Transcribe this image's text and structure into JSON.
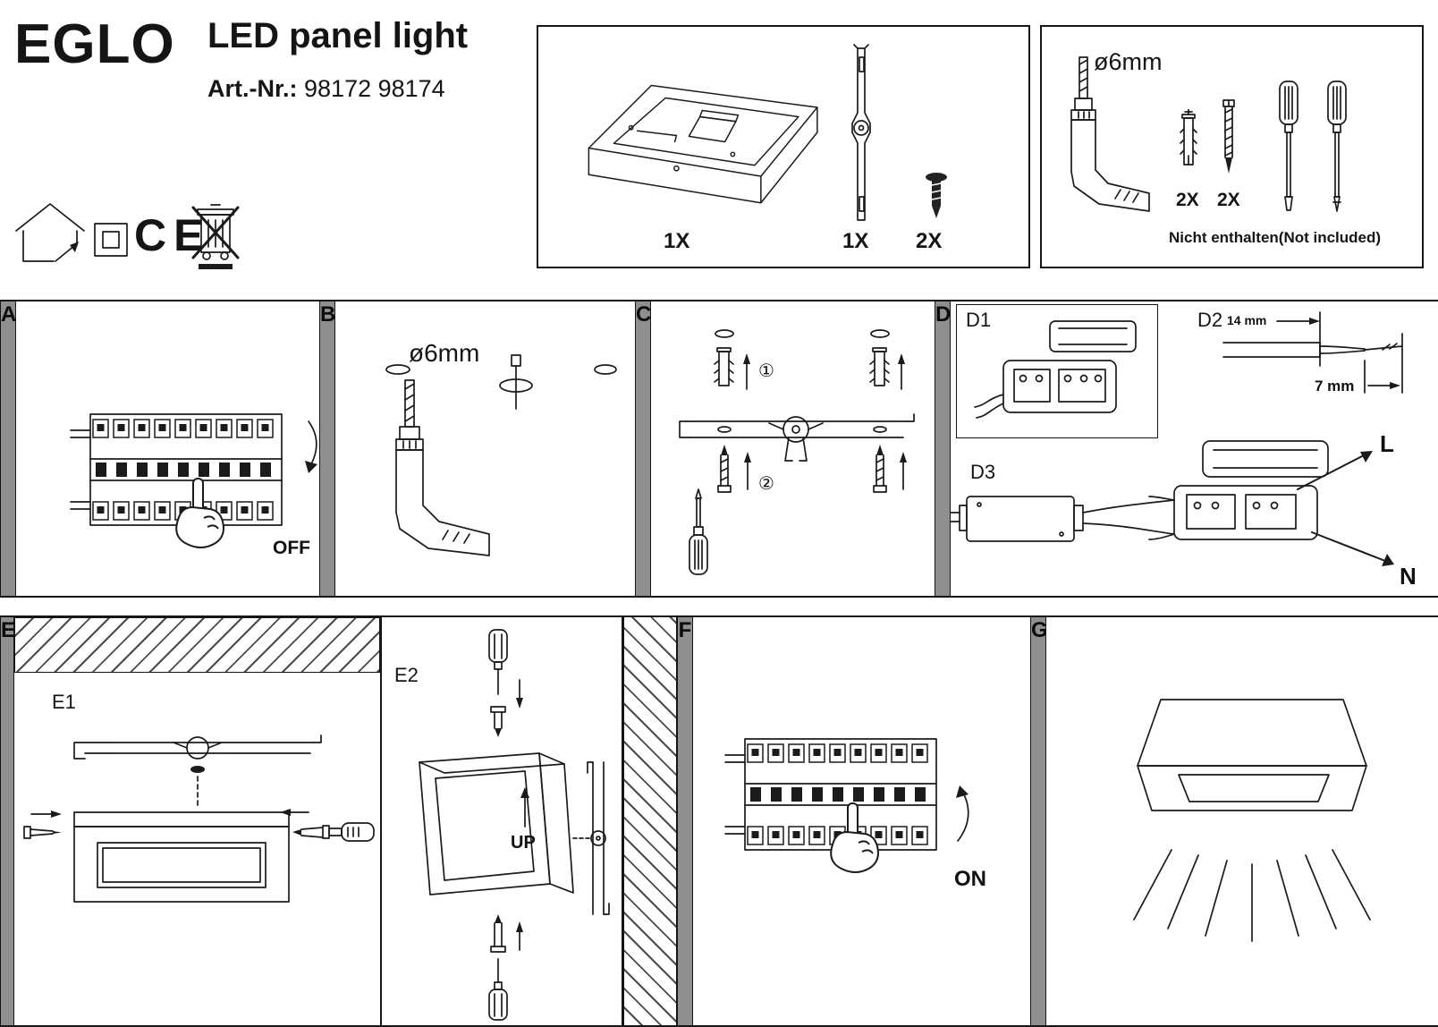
{
  "header": {
    "brand": "EGLO",
    "title": "LED panel light",
    "art_label": "Art.-Nr.:",
    "art_value": "98172 98174",
    "ce_mark": "CE"
  },
  "parts_box": {
    "housing_qty": "1X",
    "bracket_qty": "1X",
    "screws_qty": "2X"
  },
  "tools_box": {
    "drill_diameter": "ø6mm",
    "plugs_qty": "2X",
    "screws_qty": "2X",
    "note": "Nicht enthalten(Not included)"
  },
  "steps": {
    "a": {
      "letter": "A",
      "switch_label": "OFF"
    },
    "b": {
      "letter": "B",
      "drill_diameter": "ø6mm"
    },
    "c": {
      "letter": "C",
      "substep_1": "①",
      "substep_2": "②"
    },
    "d": {
      "letter": "D",
      "sub_d1": "D1",
      "sub_d2": "D2",
      "dim_14mm": "14 mm",
      "dim_7mm": "7 mm",
      "sub_d3": "D3",
      "wire_live": "L",
      "wire_neutral": "N"
    },
    "e": {
      "letter": "E",
      "sub_e1": "E1",
      "sub_e2": "E2",
      "up_label": "UP"
    },
    "f": {
      "letter": "F",
      "switch_label": "ON"
    },
    "g": {
      "letter": "G"
    }
  }
}
